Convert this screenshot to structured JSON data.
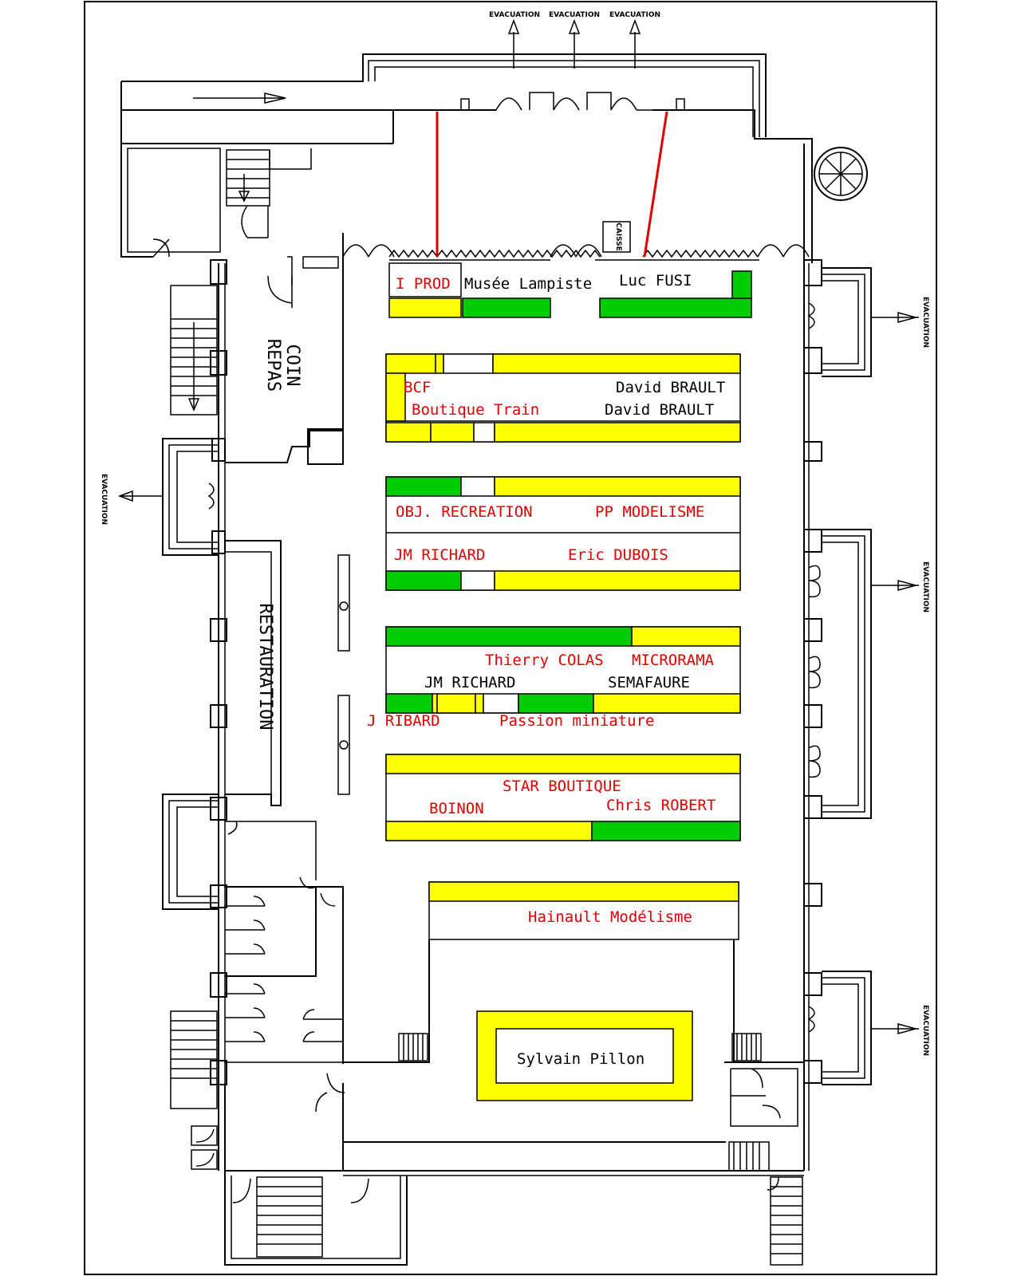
{
  "evacuation_label": "EVACUATION",
  "cashier_label": "CAISSE",
  "rooms": {
    "coin_repas_line1": "COIN",
    "coin_repas_line2": "REPAS",
    "restauration": "RESTAURATION"
  },
  "exhibitors": [
    {
      "id": "i-prod",
      "name": "I PROD",
      "color": "#e00000"
    },
    {
      "id": "musee-lampiste",
      "name": "Musée Lampiste",
      "color": "#000000"
    },
    {
      "id": "luc-fusi",
      "name": "Luc FUSI",
      "color": "#000000"
    },
    {
      "id": "bcf",
      "name": "BCF",
      "color": "#e00000"
    },
    {
      "id": "boutique-train",
      "name": "Boutique Train",
      "color": "#e00000"
    },
    {
      "id": "david-brault-1",
      "name": "David BRAULT",
      "color": "#000000"
    },
    {
      "id": "david-brault-2",
      "name": "David BRAULT",
      "color": "#000000"
    },
    {
      "id": "obj-recreation",
      "name": "OBJ. RECREATION",
      "color": "#e00000"
    },
    {
      "id": "pp-modelisme",
      "name": "PP MODELISME",
      "color": "#e00000"
    },
    {
      "id": "jm-richard-1",
      "name": "JM RICHARD",
      "color": "#e00000"
    },
    {
      "id": "eric-dubois",
      "name": "Eric DUBOIS",
      "color": "#e00000"
    },
    {
      "id": "thierry-colas",
      "name": "Thierry COLAS",
      "color": "#e00000"
    },
    {
      "id": "microrama",
      "name": "MICRORAMA",
      "color": "#e00000"
    },
    {
      "id": "jm-richard-2",
      "name": "JM RICHARD",
      "color": "#000000"
    },
    {
      "id": "semafaure",
      "name": "SEMAFAURE",
      "color": "#000000"
    },
    {
      "id": "j-ribard",
      "name": "J RIBARD",
      "color": "#e00000"
    },
    {
      "id": "passion-miniature",
      "name": "Passion miniature",
      "color": "#e00000"
    },
    {
      "id": "star-boutique",
      "name": "STAR BOUTIQUE",
      "color": "#e00000"
    },
    {
      "id": "boinon",
      "name": "BOINON",
      "color": "#e00000"
    },
    {
      "id": "chris-robert",
      "name": "Chris ROBERT",
      "color": "#e00000"
    },
    {
      "id": "hainault-modelisme",
      "name": "Hainault Modélisme",
      "color": "#e00000"
    },
    {
      "id": "sylvain-pillon",
      "name": "Sylvain  Pillon",
      "color": "#000000"
    }
  ],
  "colors": {
    "table_yellow": "#ffff00",
    "table_green": "#00cc00",
    "highlight_red": "#e00000",
    "wall": "#000000"
  }
}
